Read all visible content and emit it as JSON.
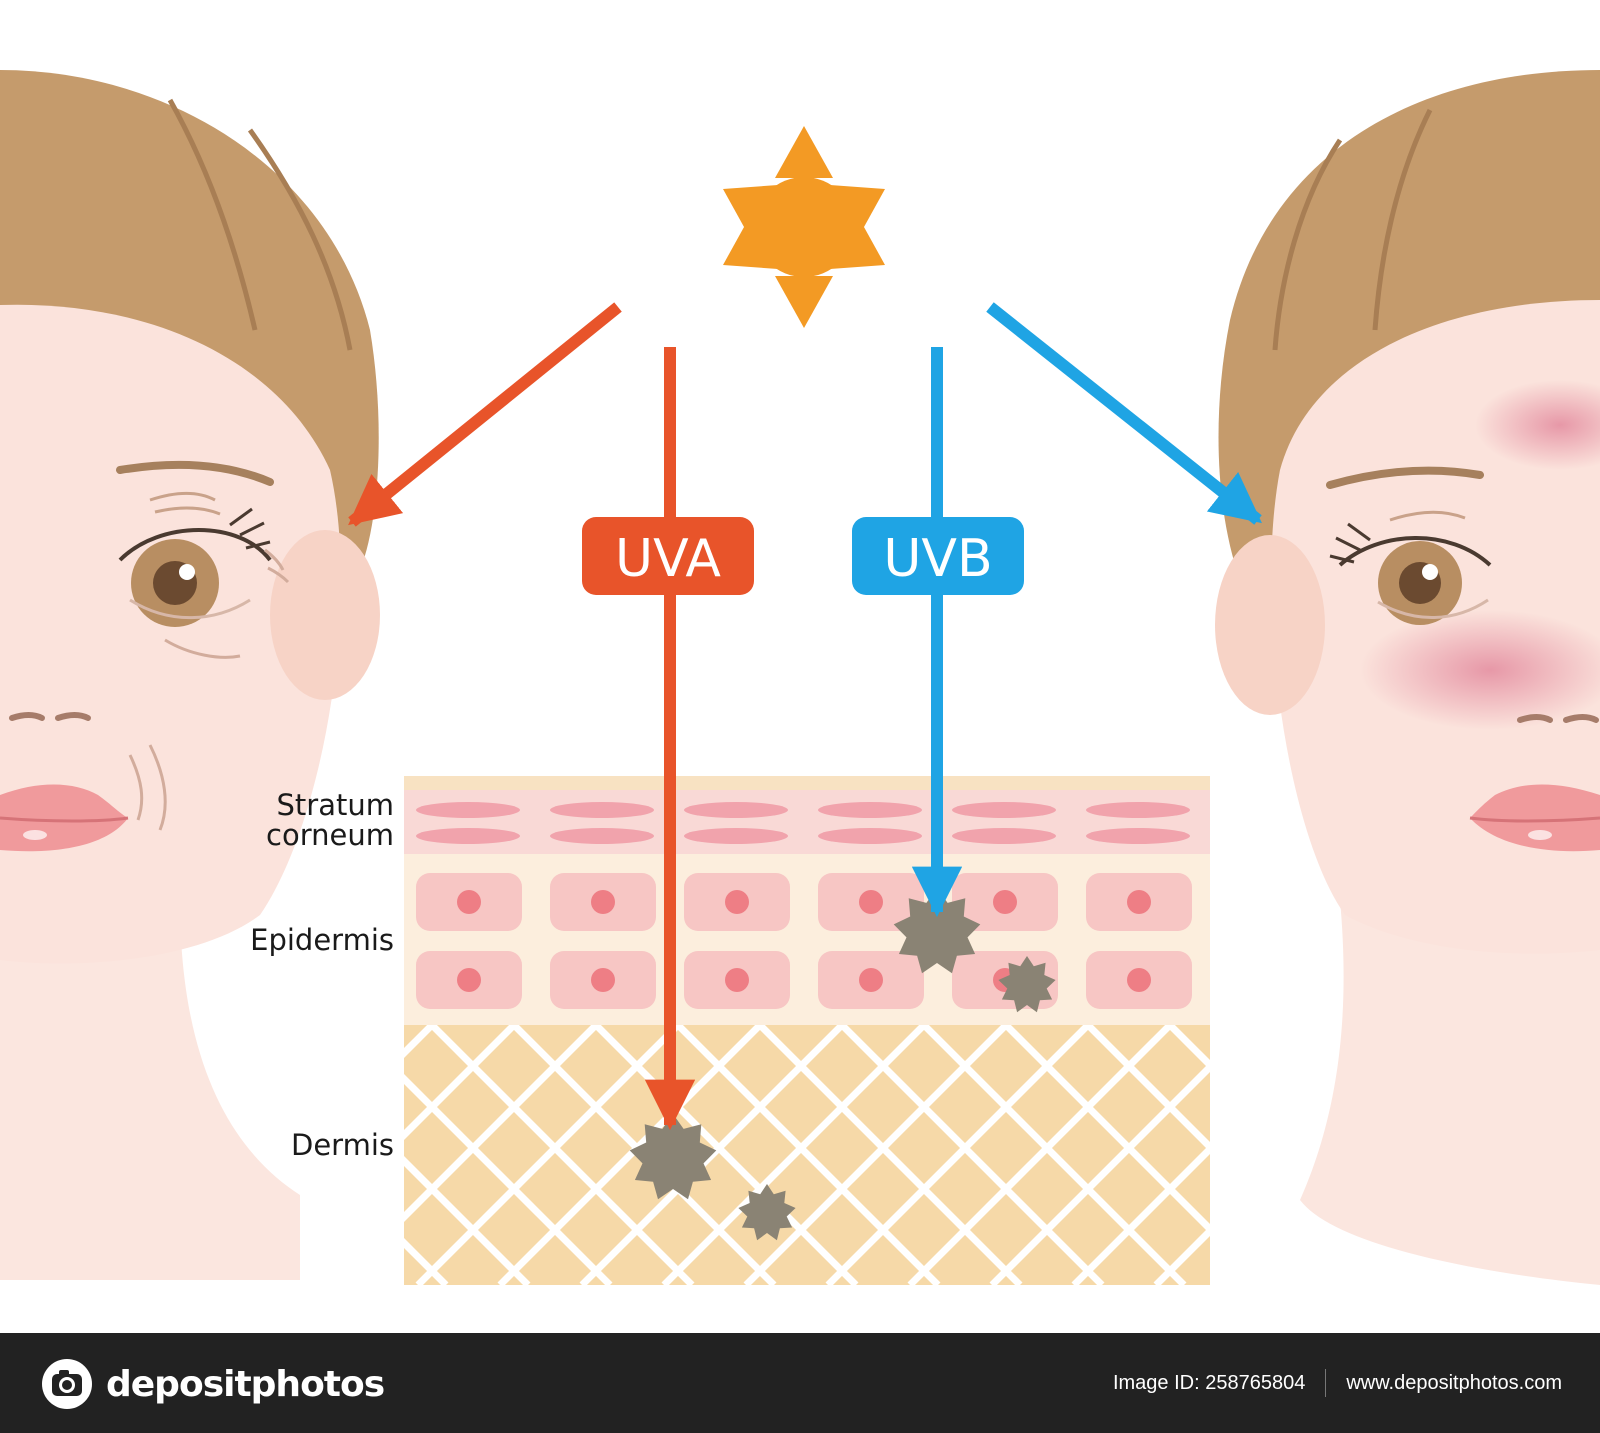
{
  "labels": {
    "stratum_line1": "Stratum",
    "stratum_line2": "corneum",
    "epidermis": "Epidermis",
    "dermis": "Dermis",
    "uva": "UVA",
    "uvb": "UVB"
  },
  "footer": {
    "brand": "depositphotos",
    "image_id": "Image ID: 258765804",
    "website": "www.depositphotos.com"
  },
  "icons": [
    "sun-icon",
    "camera-icon"
  ],
  "colors": {
    "uva": "#E8542A",
    "uvb": "#1FA4E4",
    "sun": "#F39A24",
    "hair": "#C59B6C",
    "skin": "#FBE3DC",
    "dermis": "#F6D9A8",
    "melanin": "#8A8374",
    "footer_bg": "#222222"
  }
}
